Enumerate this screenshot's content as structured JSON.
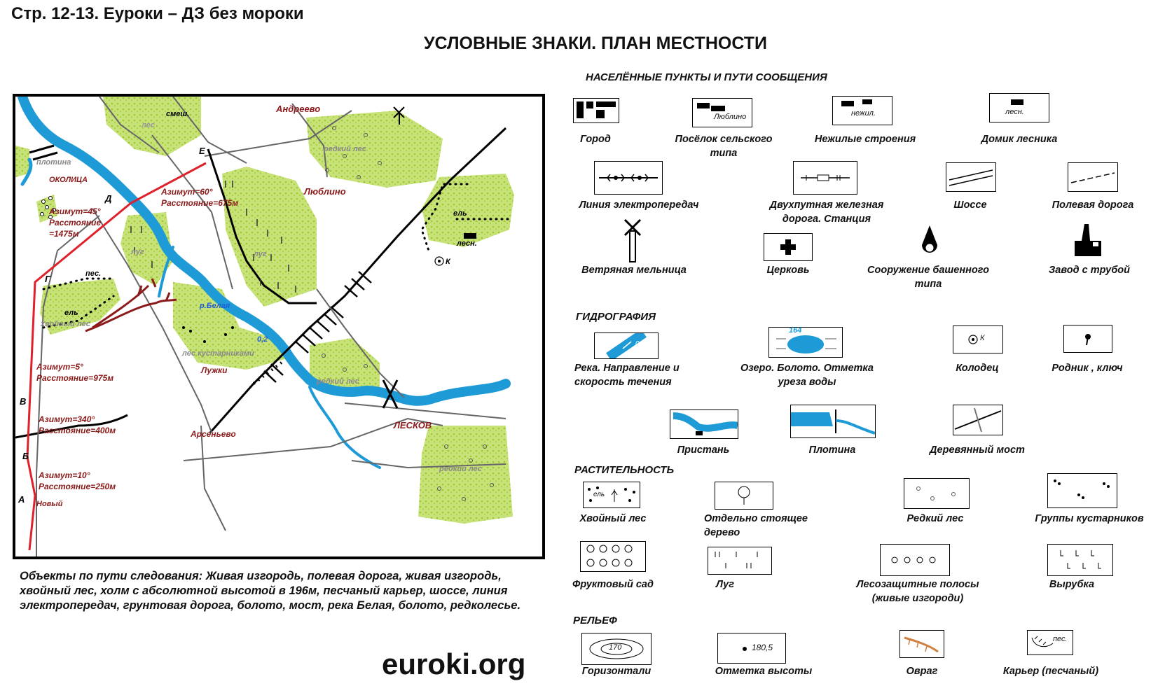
{
  "header": {
    "title": "Стр. 12-13. Еуроки – ДЗ без мороки"
  },
  "page_title": "УСЛОВНЫЕ ЗНАКИ. ПЛАН МЕСТНОСТИ",
  "legend": {
    "settlements_title": "НАСЕЛЁННЫЕ ПУНКТЫ И ПУТИ СООБЩЕНИЯ",
    "city": "Город",
    "village": "Посёлок сельского типа",
    "village_sign": "Люблино",
    "nonresidential": "Нежилые строения",
    "nonresidential_sign": "нежил.",
    "forester_house": "Домик лесника",
    "forester_sign": "лесн.",
    "power_line": "Линия электропередач",
    "railway": "Двухпутная железная дорога. Станция",
    "highway": "Шоссе",
    "field_road": "Полевая дорога",
    "windmill": "Ветряная мельница",
    "church": "Церковь",
    "tower": "Сооружение башенного типа",
    "factory": "Завод с трубой",
    "hydro_title": "ГИДРОГРАФИЯ",
    "river": "Река. Направление и скорость течения",
    "river_speed": "0,2",
    "lake": "Озеро. Болото. Отметка уреза воды",
    "lake_level": "164",
    "well": "Колодец",
    "well_sign": "К",
    "spring": "Родник , ключ",
    "pier": "Пристань",
    "dam": "Плотина",
    "wooden_bridge": "Деревянный мост",
    "veg_title": "РАСТИТЕЛЬНОСТЬ",
    "conifer_forest": "Хвойный лес",
    "conifer_sign": "ель",
    "single_tree": "Отдельно стоящее дерево",
    "sparse_forest": "Редкий лес",
    "shrubs": "Группы кустарников",
    "orchard": "Фруктовый сад",
    "meadow": "Луг",
    "shelterbelts": "Лесозащитные полосы (живые изгороди)",
    "clearing": "Вырубка",
    "relief_title": "РЕЛЬЕФ",
    "contours": "Горизонтали",
    "contour_value": "170",
    "elevation": "Отметка высоты",
    "elevation_value": "180,5",
    "ravine": "Овраг",
    "quarry": "Карьер (песчаный)",
    "quarry_sign": "пес."
  },
  "map": {
    "places": {
      "andreevo": "Андреево",
      "lyublino": "Люблино",
      "okolitsa": "ОКОЛИЦА",
      "arsenyevo": "Арсеньево",
      "leskov": "ЛЕСКОВ",
      "luzhki": "Лужки",
      "novy": "Новый"
    },
    "labels": {
      "mixed": "смеш.",
      "forest": "лес",
      "sparse_forest": "редкий лес",
      "meadow": "луг",
      "spruce": "ель",
      "conifer_forest": "хвойный лес",
      "sand": "пес.",
      "forester": "лесн.",
      "well": "К",
      "dam": "плотина",
      "river": "р.Белая",
      "speed": "0,2",
      "shrubs": "лес кустарниками"
    },
    "points": {
      "a": "А",
      "b": "Б",
      "v": "В",
      "g": "Г",
      "d": "Д",
      "e": "Е"
    },
    "route": [
      {
        "azimuth": "Азимут=10°",
        "distance": "Расстояние=250м"
      },
      {
        "azimuth": "Азимут=340°",
        "distance": "Расстояние=400м"
      },
      {
        "azimuth": "Азимут=5°",
        "distance": "Расстояние=975м"
      },
      {
        "azimuth": "Азимут=45°",
        "distance": "Расстояние",
        "distance2": "=1475м"
      },
      {
        "azimuth": "Азимут=60°",
        "distance": "Расстояние=675м"
      }
    ]
  },
  "route_objects": "Объекты по пути следования: Живая изгородь, полевая дорога, живая изгородь, хвойный лес, холм с абсолютной высотой в 196м, песчаный карьер, шоссе, линия электропередач, грунтовая дорога, болото, мост, река Белая, болото, редколесье.",
  "logo": "euroki.org",
  "colors": {
    "water": "#1e9bd7",
    "vegetation": "#b7d84a",
    "route": "#e0202a",
    "labels": "#8b1a1a"
  }
}
